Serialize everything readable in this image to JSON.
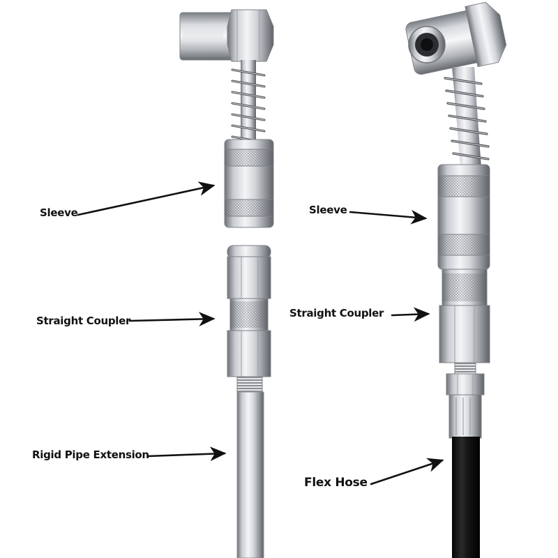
{
  "labels": {
    "left_sleeve": "Sleeve",
    "left_straight_coupler": "Straight Coupler",
    "left_rigid_pipe": "Rigid Pipe Extension",
    "right_sleeve": "Sleeve",
    "right_straight_coupler": "Straight Coupler",
    "right_flex_hose": "Flex Hose"
  },
  "colors": {
    "background": "#ffffff",
    "label_text": "#111111",
    "arrow": "#111111",
    "chrome_light": "#f2f3f5",
    "chrome_mid": "#b9bcc1",
    "chrome_dark": "#6e7177",
    "hose": "#141414"
  }
}
